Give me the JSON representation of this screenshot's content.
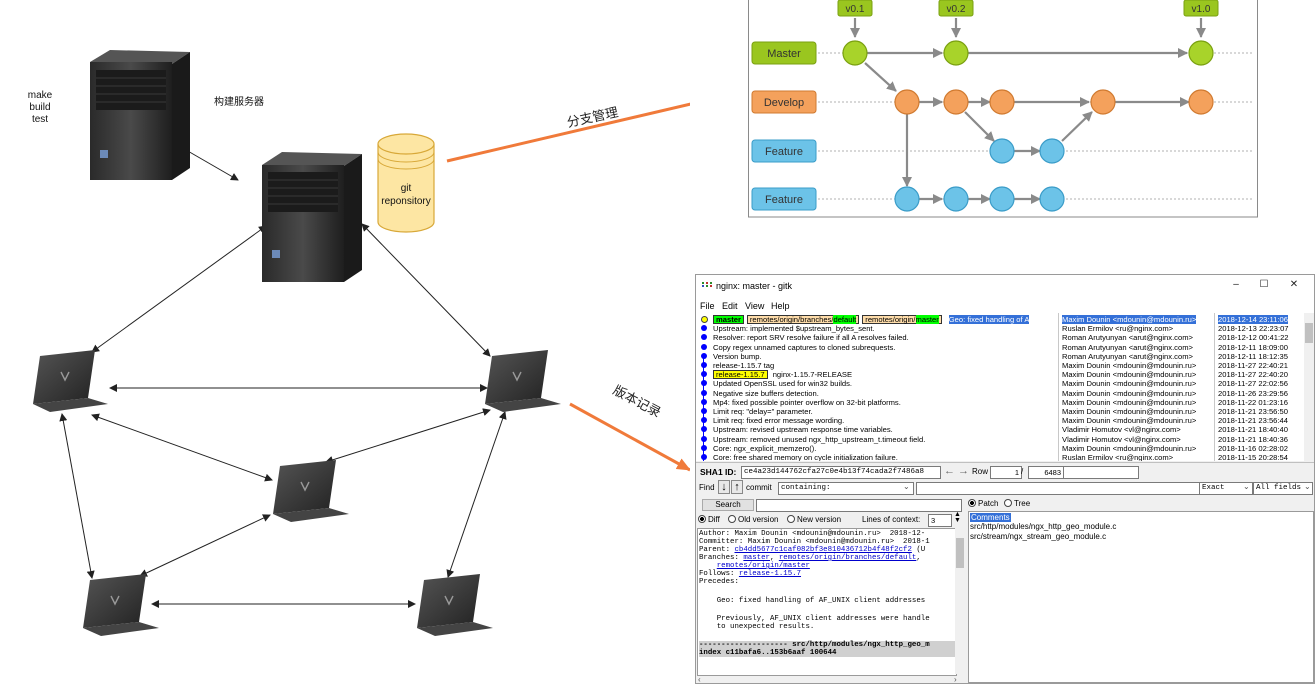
{
  "diagram": {
    "build_label": [
      "make",
      "build",
      "test"
    ],
    "build_server_label": "构建服务器",
    "git_label": [
      "git",
      "reponsitory"
    ],
    "branch_mgmt_label": "分支管理",
    "version_log_label": "版本记录"
  },
  "branches": {
    "tags": [
      "v0.1",
      "v0.2",
      "v1.0"
    ],
    "lanes": [
      "Master",
      "Develop",
      "Feature",
      "Feature"
    ],
    "colors": {
      "master": "#9ac61f",
      "develop": "#f4a15c",
      "feature": "#6cc3e8",
      "arrow": "#8a8a8a",
      "link": "#f07a3a"
    }
  },
  "gitk": {
    "title": "nginx: master - gitk",
    "window_buttons": [
      "–",
      "☐",
      "✕"
    ],
    "menu": [
      "File",
      "Edit",
      "View",
      "Help"
    ],
    "refs": {
      "head": "master",
      "r1": "remotes/origin/branches/",
      "r1b": "default",
      "r2": "remotes/origin/",
      "r2b": "master",
      "release_tag": "release-1.15.7"
    },
    "commits": [
      {
        "subject": "Geo: fixed handling of A",
        "author": "Maxim Dounin <mdounin@mdounin.ru>",
        "date": "2018-12-14 23:11:06"
      },
      {
        "subject": "Upstream: implemented $upstream_bytes_sent.",
        "author": "Ruslan Ermilov <ru@nginx.com>",
        "date": "2018-12-13 22:23:07"
      },
      {
        "subject": "Resolver: report SRV resolve failure if all A resolves failed.",
        "author": "Roman Arutyunyan <arut@nginx.com>",
        "date": "2018-12-12 00:41:22"
      },
      {
        "subject": "Copy regex unnamed captures to cloned subrequests.",
        "author": "Roman Arutyunyan <arut@nginx.com>",
        "date": "2018-12-11 18:09:00"
      },
      {
        "subject": "Version bump.",
        "author": "Roman Arutyunyan <arut@nginx.com>",
        "date": "2018-12-11 18:12:35"
      },
      {
        "subject": "release-1.15.7 tag",
        "author": "Maxim Dounin <mdounin@mdounin.ru>",
        "date": "2018-11-27 22:40:21"
      },
      {
        "subject": "nginx-1.15.7-RELEASE",
        "author": "Maxim Dounin <mdounin@mdounin.ru>",
        "date": "2018-11-27 22:40:20"
      },
      {
        "subject": "Updated OpenSSL used for win32 builds.",
        "author": "Maxim Dounin <mdounin@mdounin.ru>",
        "date": "2018-11-27 22:02:56"
      },
      {
        "subject": "Negative size buffers detection.",
        "author": "Maxim Dounin <mdounin@mdounin.ru>",
        "date": "2018-11-26 23:29:56"
      },
      {
        "subject": "Mp4: fixed possible pointer overflow on 32-bit platforms.",
        "author": "Maxim Dounin <mdounin@mdounin.ru>",
        "date": "2018-11-22 01:23:16"
      },
      {
        "subject": "Limit req: \"delay=\" parameter.",
        "author": "Maxim Dounin <mdounin@mdounin.ru>",
        "date": "2018-11-21 23:56:50"
      },
      {
        "subject": "Limit req: fixed error message wording.",
        "author": "Maxim Dounin <mdounin@mdounin.ru>",
        "date": "2018-11-21 23:56:44"
      },
      {
        "subject": "Upstream: revised upstream response time variables.",
        "author": "Vladimir Homutov <vl@nginx.com>",
        "date": "2018-11-21 18:40:40"
      },
      {
        "subject": "Upstream: removed unused ngx_http_upstream_t.timeout field.",
        "author": "Vladimir Homutov <vl@nginx.com>",
        "date": "2018-11-21 18:40:36"
      },
      {
        "subject": "Core: ngx_explicit_memzero().",
        "author": "Maxim Dounin <mdounin@mdounin.ru>",
        "date": "2018-11-16 02:28:02"
      },
      {
        "subject": "Core: free shared memory on cycle initialization failure.",
        "author": "Ruslan Ermilov <ru@nginx.com>",
        "date": "2018-11-15 20:28:54"
      }
    ],
    "sha_label": "SHA1 ID:",
    "sha_value": "ce4a23d144762cfa27c0e4b13f74cada2f7486a8",
    "row_label": "Row",
    "row_value": "1",
    "row_total": "6483",
    "find_label": "Find",
    "find_type": "commit",
    "find_mode": "containing:",
    "find_exact": "Exact",
    "find_fields": "All fields",
    "search_button": "Search",
    "diff_options": {
      "diff": "Diff",
      "old": "Old version",
      "new": "New version",
      "context_label": "Lines of context:",
      "context_value": "3"
    },
    "patch_tree": {
      "patch": "Patch",
      "tree": "Tree"
    },
    "details": {
      "author": "Author: Maxim Dounin <mdounin@mdounin.ru>  2018-12-",
      "committer": "Committer: Maxim Dounin <mdounin@mdounin.ru>  2018-1",
      "parent_label": "Parent: ",
      "parent_hash": "cb4dd5677c1caf082bf3e810436712b4f48f2cf2",
      "parent_suffix": " (U",
      "branches_label": "Branches: ",
      "branch1": "master",
      "branch2": "remotes/origin/branches/default",
      "branch3": "remotes/origin/master",
      "follows_label": "Follows: ",
      "follows": "release-1.15.7",
      "precedes": "Precedes:",
      "msg1": "    Geo: fixed handling of AF_UNIX client addresses",
      "msg2": "    Previously, AF_UNIX client addresses were handle",
      "msg3": "    to unexpected results.",
      "file_header": "-------------------- src/http/modules/ngx_http_geo_m",
      "index_line": "index c11bafa6..153b6aaf 100644"
    },
    "files": [
      "Comments",
      "src/http/modules/ngx_http_geo_module.c",
      "src/stream/ngx_stream_geo_module.c"
    ]
  }
}
